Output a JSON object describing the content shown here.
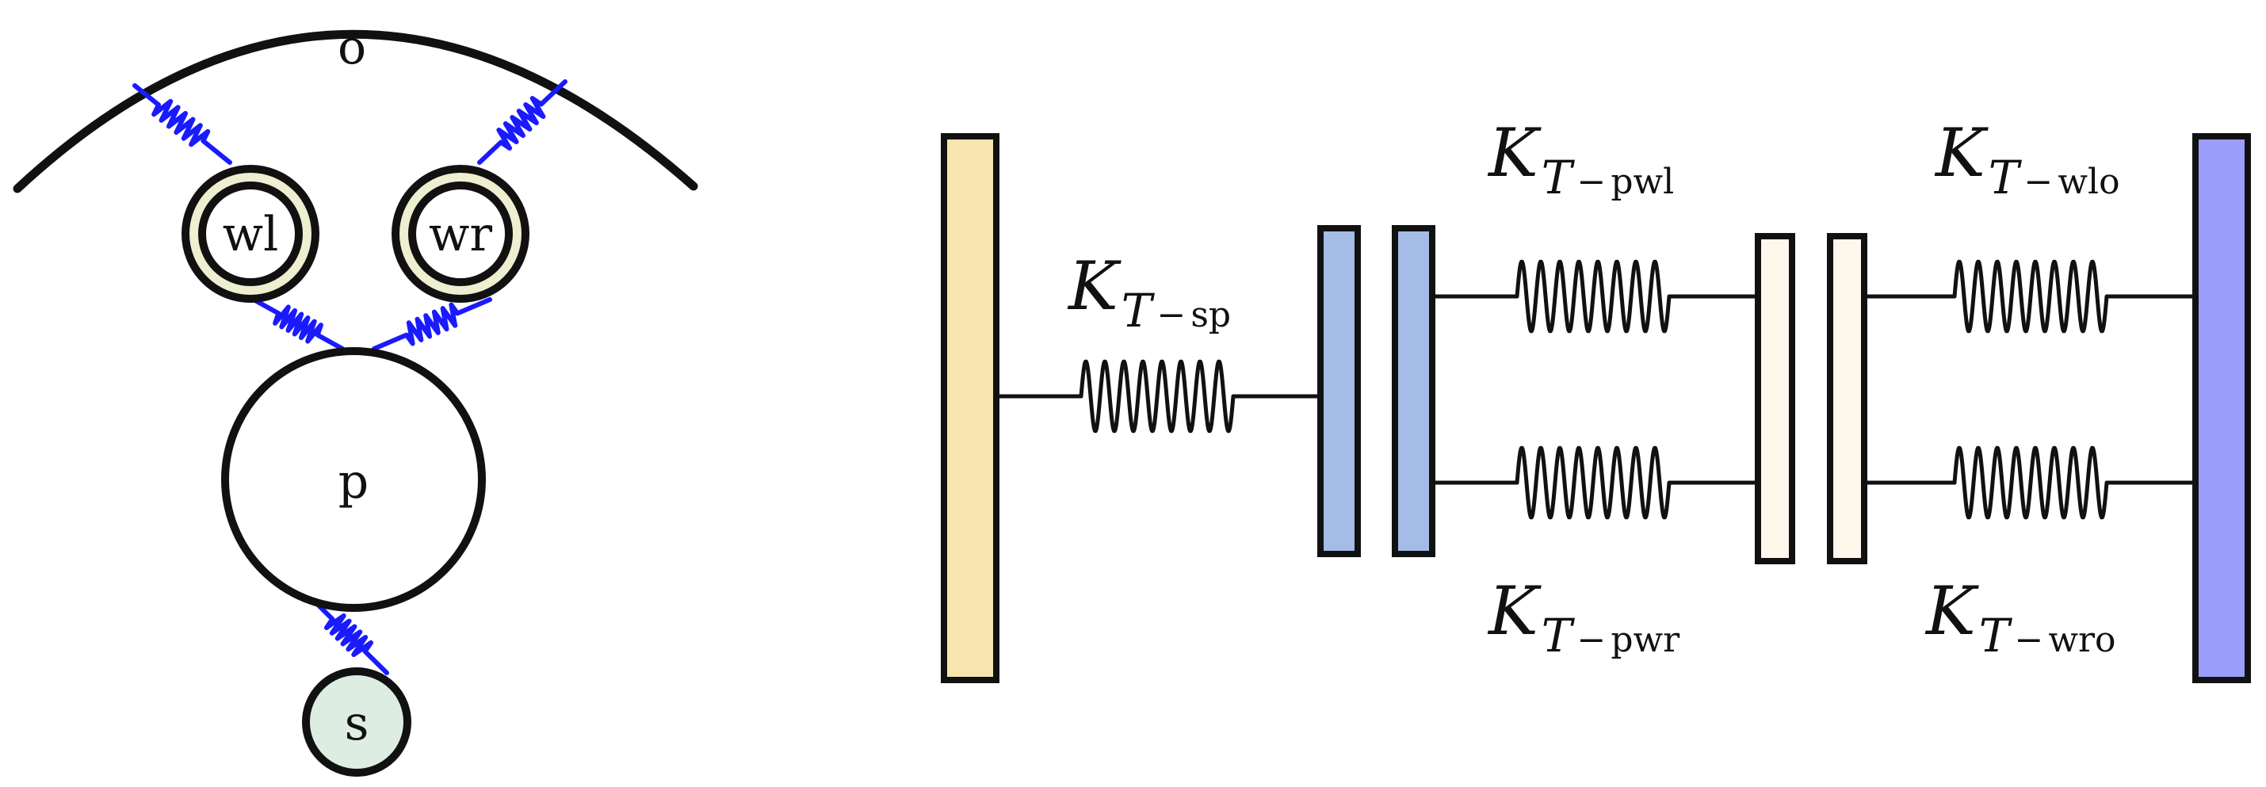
{
  "colors": {
    "outline": "#111111",
    "spring_left": "#1a1aff",
    "bar_s": "#f8e4ae",
    "bar_p": "#a4bce6",
    "bar_w": "#fdf7ec",
    "bar_o": "#9c9cfc",
    "ring_w": "#eeeed0",
    "disc_s": "#deede2",
    "disc_p": "#ffffff"
  },
  "left": {
    "ring_label": "o",
    "wl_label": "wl",
    "wr_label": "wr",
    "p_label": "p",
    "s_label": "s"
  },
  "right": {
    "springs": [
      {
        "name": "sp",
        "symbol": "K",
        "sub_var": "T",
        "sub_text": "sp"
      },
      {
        "name": "pwl",
        "symbol": "K",
        "sub_var": "T",
        "sub_text": "pwl"
      },
      {
        "name": "pwr",
        "symbol": "K",
        "sub_var": "T",
        "sub_text": "pwr"
      },
      {
        "name": "wlo",
        "symbol": "K",
        "sub_var": "T",
        "sub_text": "wlo"
      },
      {
        "name": "wro",
        "symbol": "K",
        "sub_var": "T",
        "sub_text": "wro"
      }
    ],
    "minus_sign": "−"
  }
}
